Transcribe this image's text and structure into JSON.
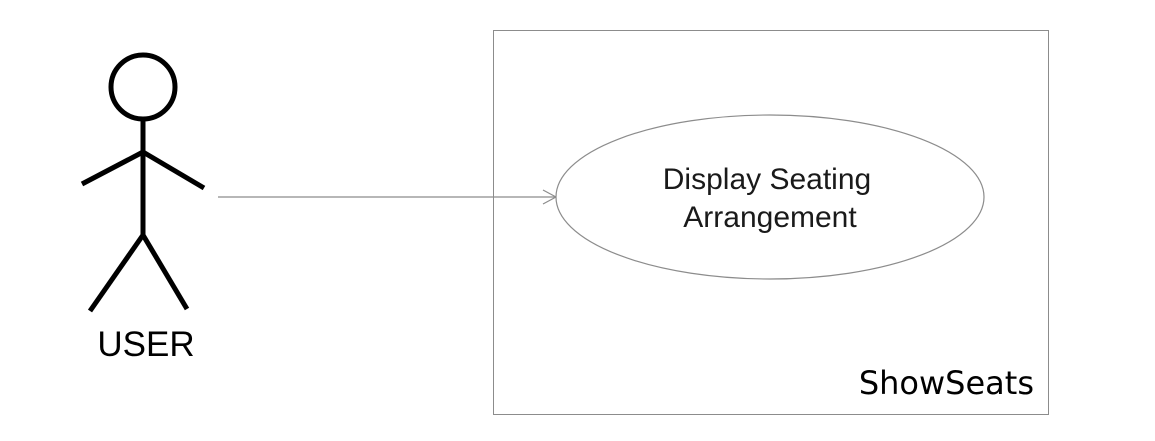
{
  "actor": {
    "name": "USER"
  },
  "system_boundary": {
    "name": "ShowSeats"
  },
  "use_case": {
    "line1": "Display Seating",
    "line2": "Arrangement"
  },
  "association": {
    "from": "USER",
    "to": "Display Seating Arrangement",
    "arrow": "open"
  }
}
